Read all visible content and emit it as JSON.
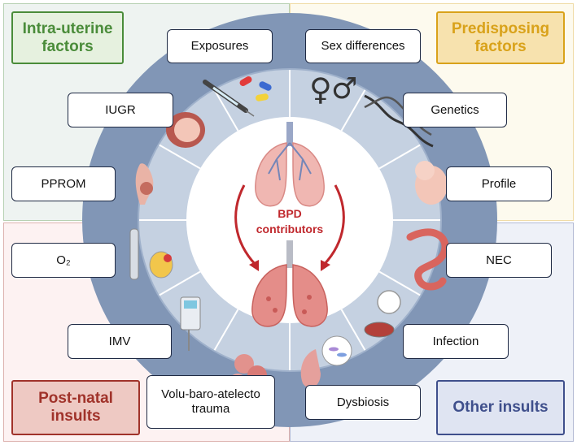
{
  "colors": {
    "ring_dark": "#8196b6",
    "ring_mid": "#9fb1cb",
    "sector_fill": "#c5d1e1",
    "center_fill": "#ffffff",
    "accent_red": "#c0282d",
    "green": "#4a8c3a",
    "gold": "#d9a21a",
    "brown": "#a0322a",
    "blue": "#3f4f8c"
  },
  "categories": {
    "intra": {
      "label": "Intra-uterine\nfactors",
      "border": "#4a8c3a",
      "text": "#4a8c3a",
      "fill": "#e6f1df",
      "panel": "#eef3f1"
    },
    "predisposing": {
      "label": "Predisposing\nfactors",
      "border": "#d9a21a",
      "text": "#d9a21a",
      "fill": "#f7e2ae",
      "panel": "#fdfaee"
    },
    "postnatal": {
      "label": "Post-natal\ninsults",
      "border": "#a0322a",
      "text": "#a0322a",
      "fill": "#eec9c3",
      "panel": "#fdf2f2"
    },
    "other": {
      "label": "Other insults",
      "border": "#3f4f8c",
      "text": "#3f4f8c",
      "fill": "#dfe4f2",
      "panel": "#eef1f8"
    }
  },
  "labels": {
    "exposures": "Exposures",
    "sex": "Sex differences",
    "iugr": "IUGR",
    "genetics": "Genetics",
    "pprom": "PPROM",
    "profile": "Profile",
    "o2": "O₂",
    "nec": "NEC",
    "imv": "IMV",
    "infection": "Infection",
    "volu": "Volu-baro-atelecto\ntrauma",
    "dysbiosis": "Dysbiosis"
  },
  "center": {
    "line1": "BPD",
    "line2": "contributors"
  },
  "icons": [
    "syringe-pills-icon",
    "sex-symbols-icon",
    "dna-icon",
    "fetus-icon",
    "intestine-icon",
    "petri-dish-icon",
    "microbiome-lung-icon",
    "alveoli-icon",
    "ventilator-icon",
    "oxygen-tank-icon",
    "pregnant-woman-icon",
    "uterus-icon"
  ],
  "glyphs": {
    "female": "♀",
    "male": "♂"
  }
}
